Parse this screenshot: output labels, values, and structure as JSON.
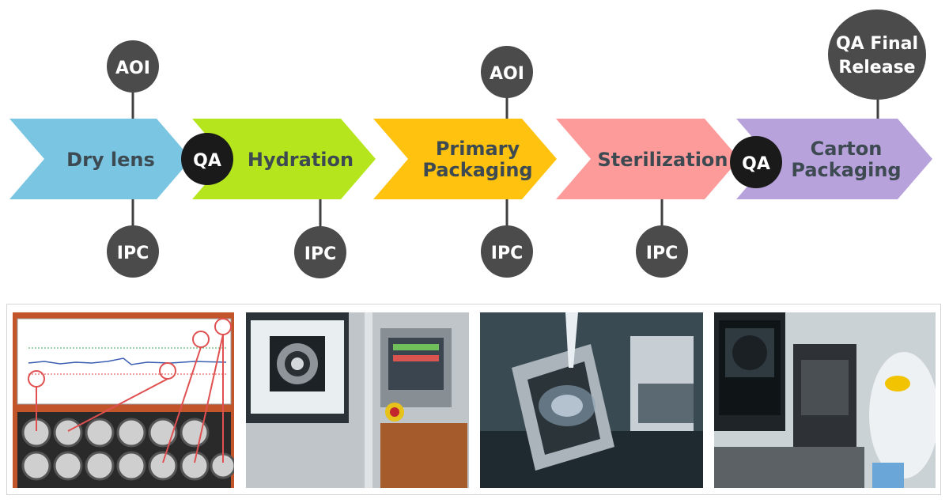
{
  "stages": [
    {
      "id": "dry-lens",
      "lines": [
        "Dry lens"
      ],
      "color": "#79c5e2",
      "text_color": "#3d4a52"
    },
    {
      "id": "hydration",
      "lines": [
        "Hydration"
      ],
      "color": "#b5e61d",
      "text_color": "#3d4a52"
    },
    {
      "id": "primary-packaging",
      "lines": [
        "Primary",
        "Packaging"
      ],
      "color": "#ffc20e",
      "text_color": "#3d4a52"
    },
    {
      "id": "sterilization",
      "lines": [
        "Sterilization"
      ],
      "color": "#fd9b9b",
      "text_color": "#3d4a52"
    },
    {
      "id": "carton-packaging",
      "lines": [
        "Carton",
        "Packaging"
      ],
      "color": "#b8a2dc",
      "text_color": "#3d4a52"
    }
  ],
  "checkpoints": {
    "aoi_label": "AOI",
    "ipc_label": "IPC",
    "qa_label": "QA",
    "qa_final_lines": [
      "QA Final",
      "Release"
    ]
  },
  "colors": {
    "bubble_gray": "#4b4b4b",
    "bubble_black": "#1a1a1a",
    "connector": "#404040"
  },
  "photos": [
    {
      "id": "aoi-inspection-chart"
    },
    {
      "id": "inspection-machine-screen"
    },
    {
      "id": "lens-hydration-closeup"
    },
    {
      "id": "operator-scanning-station"
    }
  ]
}
